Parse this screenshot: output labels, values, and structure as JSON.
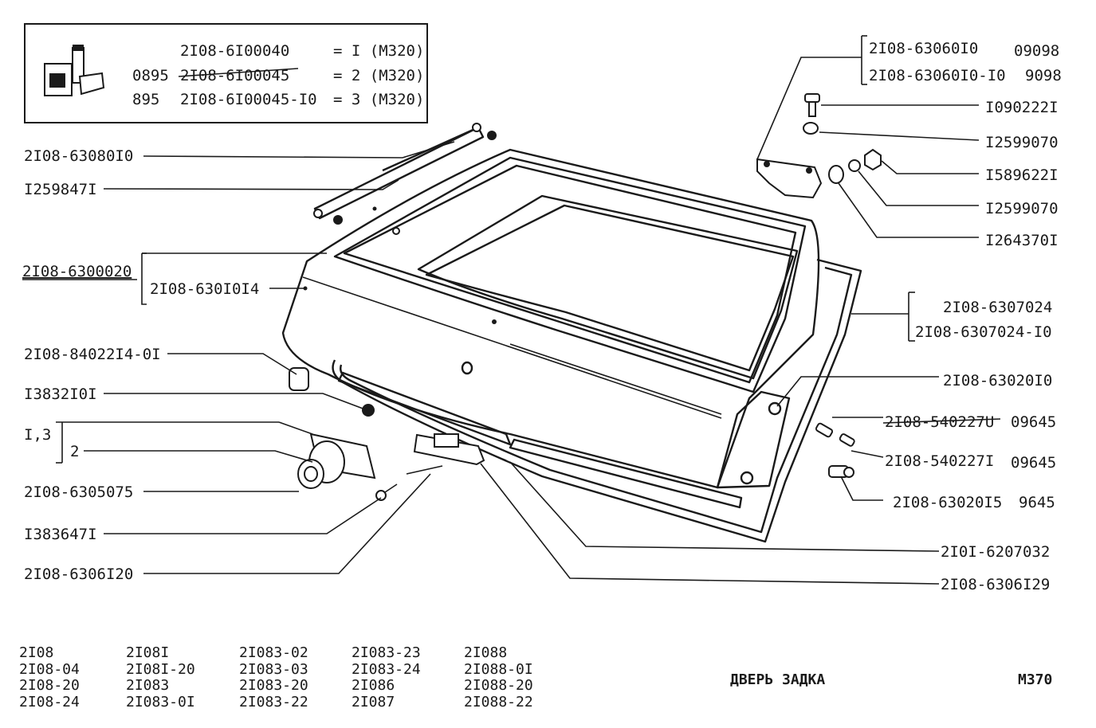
{
  "legend": {
    "rows": [
      {
        "prefix": "",
        "code": "2I08-6I00040",
        "value": "= I (M320)",
        "struck": false
      },
      {
        "prefix": "0895",
        "code": "2I08-6I00045",
        "value": "= 2 (M320)",
        "struck": true
      },
      {
        "prefix": "895",
        "code": "2I08-6I00045-I0",
        "value": "= 3 (M320)",
        "struck": false
      }
    ]
  },
  "callouts": {
    "hinge_a": "2I08-63060I0",
    "hinge_a_ref": "09098",
    "hinge_b": "2I08-63060I0-I0",
    "hinge_b_ref": "9098",
    "bolt": "I090222I",
    "washer_top": "I2599070",
    "nut": "I589622I",
    "washer_mid": "I2599070",
    "washer_flat": "I264370I",
    "strut": "2I08-63080I0",
    "strut_fix": "I259847I",
    "door_assy": "2I08-6300020",
    "door_panel": "2I08-630I0I4",
    "seal_a": "2I08-6307024",
    "seal_b": "2I08-6307024-I0",
    "plug": "2I08-84022I4-0I",
    "bumper": "2I08-63020I0",
    "clip": "I3832I0I",
    "lock_13": "I,3",
    "lock_2": "2",
    "screw_a": "2I08-540227U",
    "screw_a_ref": "09645",
    "screw_b": "2I08-540227I",
    "screw_b_ref": "09645",
    "screw_c": "2I08-63020I5",
    "screw_c_ref": "9645",
    "lock_cyl": "2I08-6305075",
    "lock_bolt": "I383647I",
    "latch": "2I08-6306I20",
    "weatherstrip": "2I0I-6207032",
    "latch_pad": "2I08-6306I29"
  },
  "models": [
    [
      "2I08",
      "2I08-04",
      "2I08-20",
      "2I08-24"
    ],
    [
      "2I08I",
      "2I08I-20",
      "2I083",
      "2I083-0I"
    ],
    [
      "2I083-02",
      "2I083-03",
      "2I083-20",
      "2I083-22"
    ],
    [
      "2I083-23",
      "2I083-24",
      "2I086",
      "2I087"
    ],
    [
      "2I088",
      "2I088-0I",
      "2I088-20",
      "2I088-22"
    ]
  ],
  "title": "ДВЕРЬ ЗАДКА",
  "sheet": "M370",
  "colors": {
    "ink": "#1a1a1a",
    "paper": "#ffffff"
  }
}
